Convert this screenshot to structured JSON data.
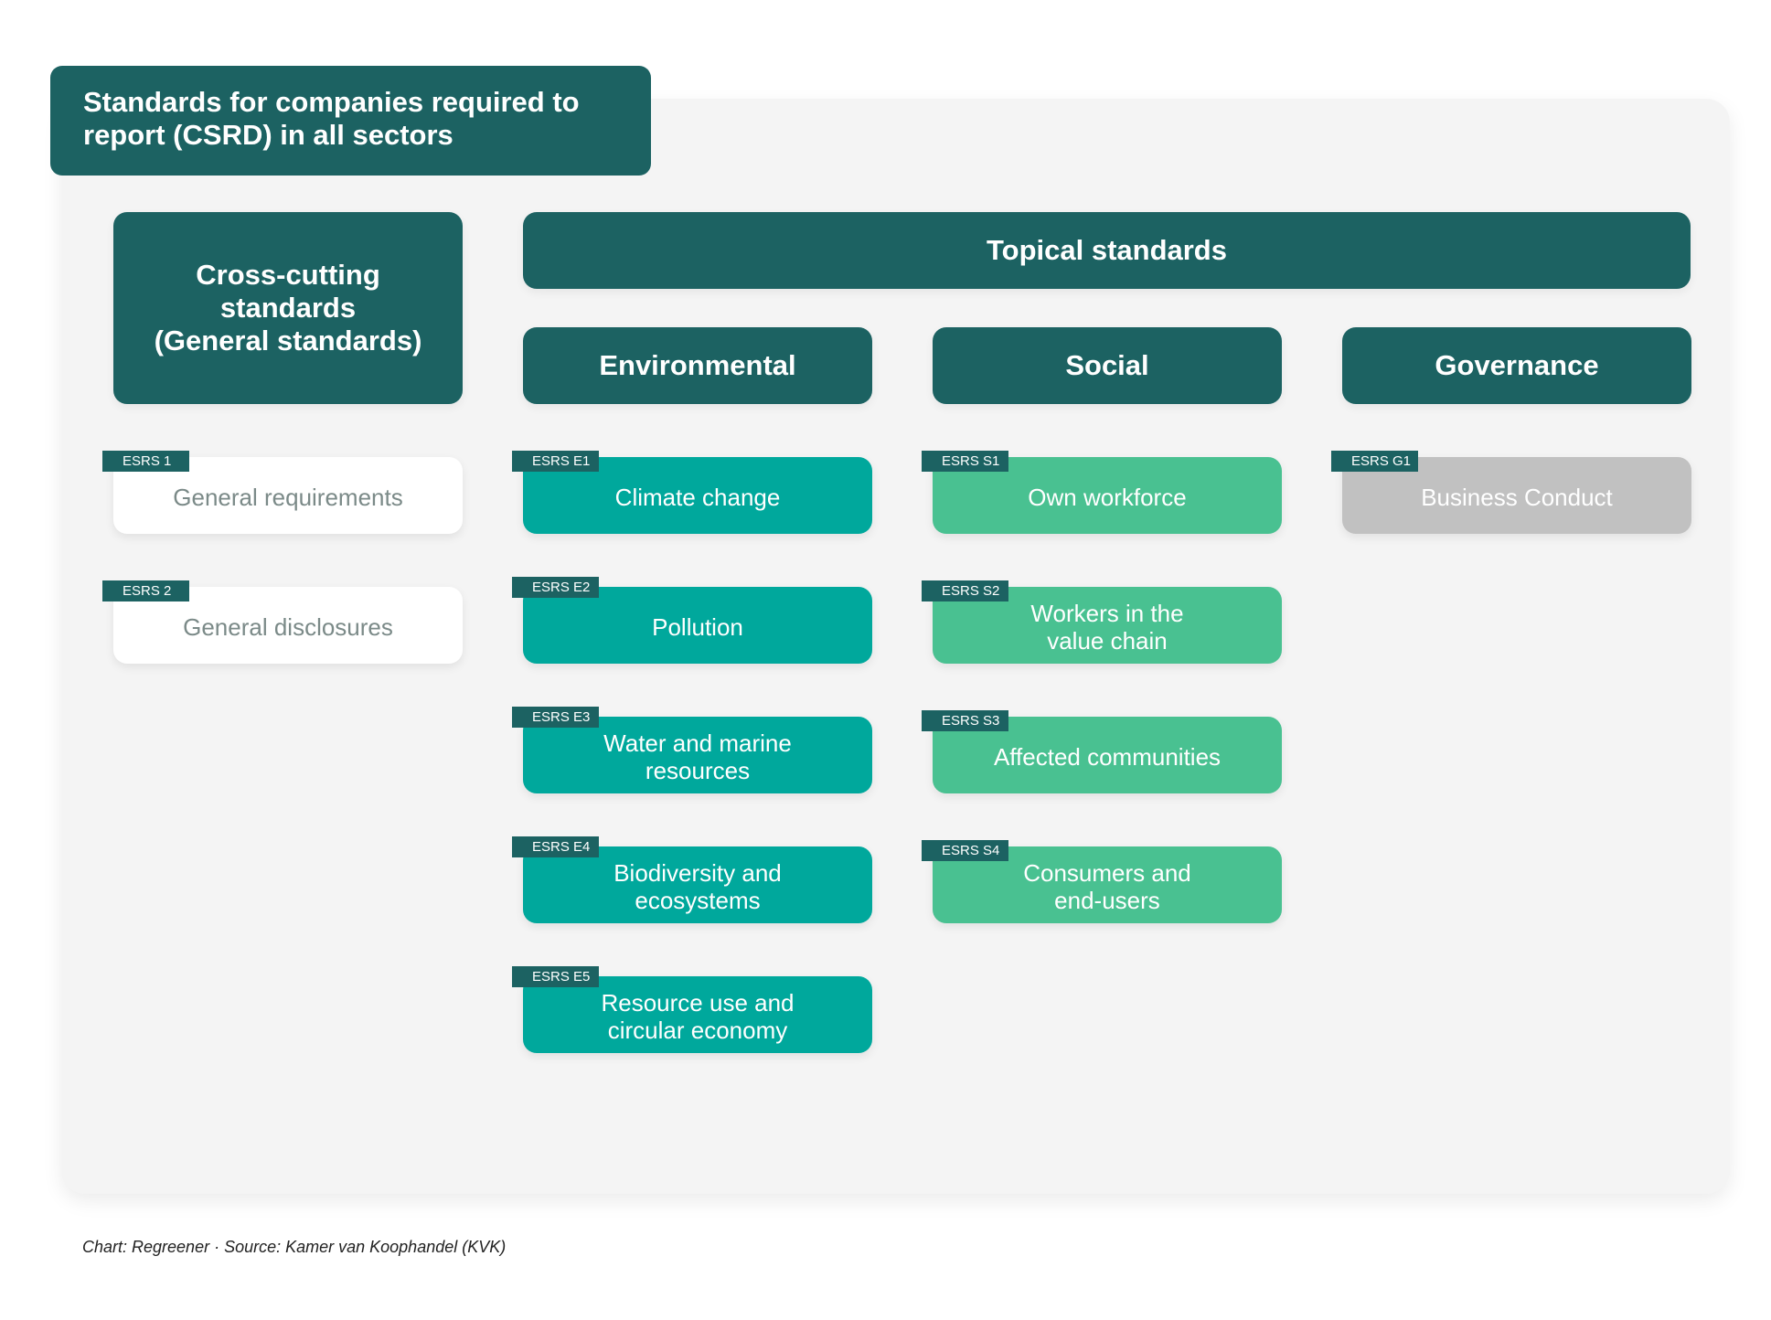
{
  "title": "Standards for companies required to\nreport (CSRD) in all sectors",
  "cross_cutting": {
    "header": "Cross-cutting\nstandards\n(General standards)",
    "items": [
      {
        "code": "ESRS 1",
        "label": "General requirements"
      },
      {
        "code": "ESRS 2",
        "label": "General disclosures"
      }
    ]
  },
  "topical": {
    "header": "Topical standards",
    "environmental": {
      "header": "Environmental",
      "items": [
        {
          "code": "ESRS E1",
          "label": "Climate change"
        },
        {
          "code": "ESRS E2",
          "label": "Pollution"
        },
        {
          "code": "ESRS E3",
          "label": "Water and marine\nresources"
        },
        {
          "code": "ESRS E4",
          "label": "Biodiversity and\necosystems"
        },
        {
          "code": "ESRS E5",
          "label": "Resource use and\ncircular economy"
        }
      ]
    },
    "social": {
      "header": "Social",
      "items": [
        {
          "code": "ESRS S1",
          "label": "Own workforce"
        },
        {
          "code": "ESRS S2",
          "label": "Workers in the\nvalue chain"
        },
        {
          "code": "ESRS S3",
          "label": "Affected communities"
        },
        {
          "code": "ESRS S4",
          "label": "Consumers and\nend-users"
        }
      ]
    },
    "governance": {
      "header": "Governance",
      "items": [
        {
          "code": "ESRS G1",
          "label": "Business Conduct"
        }
      ]
    }
  },
  "footer": "Chart: Regreener · Source: Kamer van Koophandel (KVK)",
  "colors": {
    "dark_teal": "#1c6262",
    "environmental": "#00a89c",
    "social": "#49c191",
    "governance": "#c1c1c1",
    "cross_cutting": "#ffffff"
  }
}
